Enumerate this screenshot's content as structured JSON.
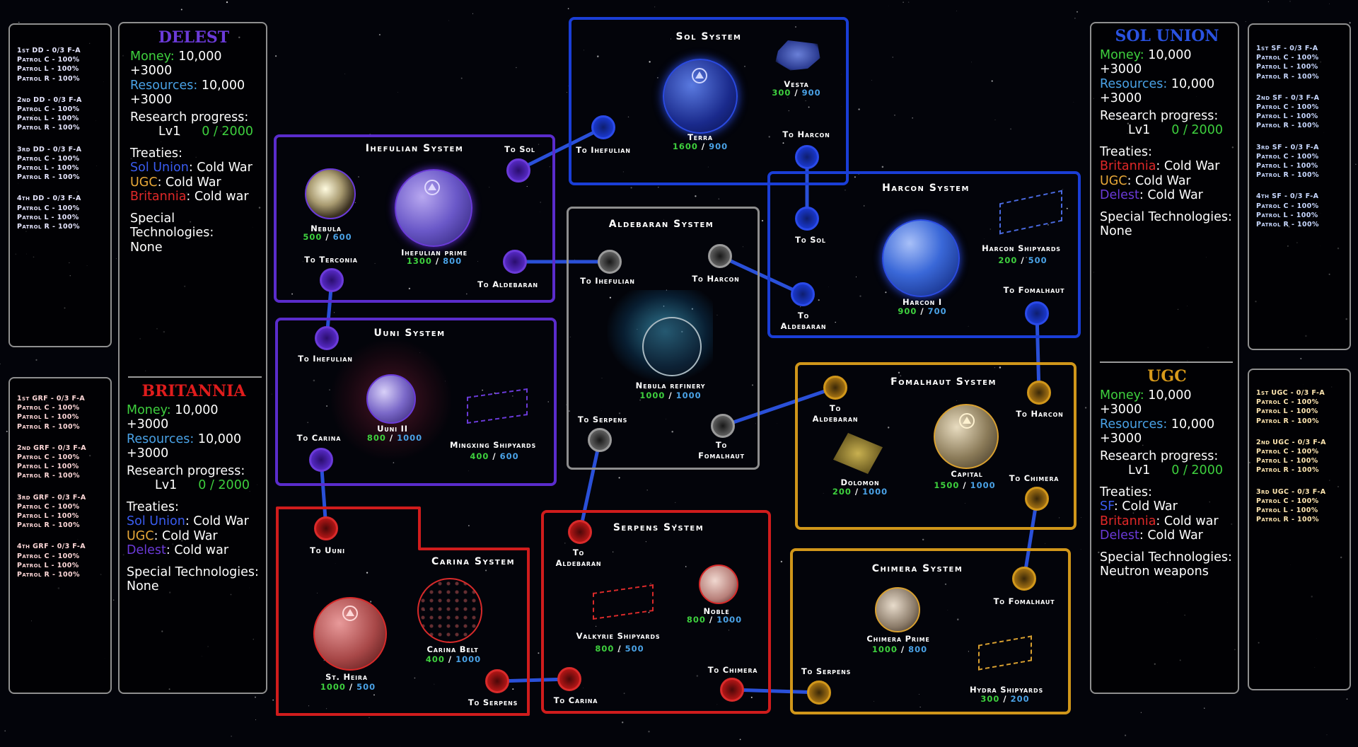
{
  "colors": {
    "sol": "#1a46d8",
    "delest": "#6630d6",
    "britannia": "#d81818",
    "ugc": "#d89a1a",
    "neutral": "#9a9a9a"
  },
  "fleets": {
    "delest": [
      {
        "name": "1st DD - 0/3 F-A",
        "lines": [
          "Patrol C - 100%",
          "Patrol L - 100%",
          "Patrol R - 100%"
        ]
      },
      {
        "name": "2nd DD - 0/3 F-A",
        "lines": [
          "Patrol C - 100%",
          "Patrol L - 100%",
          "Patrol R - 100%"
        ]
      },
      {
        "name": "3rd DD - 0/3 F-A",
        "lines": [
          "Patrol C - 100%",
          "Patrol L - 100%",
          "Patrol R - 100%"
        ]
      },
      {
        "name": "4th DD - 0/3 F-A",
        "lines": [
          "Patrol C - 100%",
          "Patrol L - 100%",
          "Patrol R - 100%"
        ]
      }
    ],
    "britannia": [
      {
        "name": "1st GRF - 0/3 F-A",
        "lines": [
          "Patrol C - 100%",
          "Patrol L - 100%",
          "Patrol R - 100%"
        ]
      },
      {
        "name": "2nd GRF - 0/3 F-A",
        "lines": [
          "Patrol C - 100%",
          "Patrol L - 100%",
          "Patrol R - 100%"
        ]
      },
      {
        "name": "3rd GRF - 0/3 F-A",
        "lines": [
          "Patrol C - 100%",
          "Patrol L - 100%",
          "Patrol R - 100%"
        ]
      },
      {
        "name": "4th GRF - 0/3 F-A",
        "lines": [
          "Patrol C - 100%",
          "Patrol L - 100%",
          "Patrol R - 100%"
        ]
      }
    ],
    "sol": [
      {
        "name": "1st SF - 0/3 F-A",
        "lines": [
          "Patrol C - 100%",
          "Patrol L - 100%",
          "Patrol R - 100%"
        ]
      },
      {
        "name": "2nd SF - 0/3 F-A",
        "lines": [
          "Patrol C - 100%",
          "Patrol L - 100%",
          "Patrol R - 100%"
        ]
      },
      {
        "name": "3rd SF - 0/3 F-A",
        "lines": [
          "Patrol C - 100%",
          "Patrol L - 100%",
          "Patrol R - 100%"
        ]
      },
      {
        "name": "4th SF - 0/3 F-A",
        "lines": [
          "Patrol C - 100%",
          "Patrol L - 100%",
          "Patrol R - 100%"
        ]
      }
    ],
    "ugc": [
      {
        "name": "1st UGC - 0/3 F-A",
        "lines": [
          "Patrol C - 100%",
          "Patrol L - 100%",
          "Patrol R - 100%"
        ]
      },
      {
        "name": "2nd UGC - 0/3 F-A",
        "lines": [
          "Patrol C - 100%",
          "Patrol L - 100%",
          "Patrol R - 100%"
        ]
      },
      {
        "name": "3rd UGC - 0/3 F-A",
        "lines": [
          "Patrol C - 100%",
          "Patrol L - 100%",
          "Patrol R - 100%"
        ]
      }
    ]
  },
  "factions": {
    "delest": {
      "name": "Delest",
      "money_label": "Money:",
      "money": "10,000",
      "money_inc": "+3000",
      "res_label": "Resources:",
      "res": "10,000",
      "res_inc": "+3000",
      "research_label": "Research progress:",
      "level": "Lv1",
      "progress": "0",
      "progress_max": "2000",
      "treaties_label": "Treaties:",
      "treaties": [
        {
          "name": "Sol Union",
          "status": ": Cold War"
        },
        {
          "name": "UGC",
          "status": ": Cold War"
        },
        {
          "name": "Britannia",
          "status": ": Cold war"
        }
      ],
      "special_label": "Special Technologies:",
      "special": "None"
    },
    "britannia": {
      "name": "Britannia",
      "money_label": "Money:",
      "money": "10,000",
      "money_inc": "+3000",
      "res_label": "Resources:",
      "res": "10,000",
      "res_inc": "+3000",
      "research_label": "Research progress:",
      "level": "Lv1",
      "progress": "0",
      "progress_max": "2000",
      "treaties_label": "Treaties:",
      "treaties": [
        {
          "name": "Sol Union",
          "status": ": Cold War"
        },
        {
          "name": "UGC",
          "status": ": Cold War"
        },
        {
          "name": "Delest",
          "status": ": Cold war"
        }
      ],
      "special_label": "Special Technologies:",
      "special": "None"
    },
    "sol": {
      "name": "Sol Union",
      "money_label": "Money:",
      "money": "10,000",
      "money_inc": "+3000",
      "res_label": "Resources:",
      "res": "10,000",
      "res_inc": "+3000",
      "research_label": "Research progress:",
      "level": "Lv1",
      "progress": "0",
      "progress_max": "2000",
      "treaties_label": "Treaties:",
      "treaties": [
        {
          "name": "Britannia",
          "status": ": Cold War"
        },
        {
          "name": "UGC",
          "status": ": Cold War"
        },
        {
          "name": "Delest",
          "status": ": Cold War"
        }
      ],
      "special_label": "Special Technologies:",
      "special": "None"
    },
    "ugc": {
      "name": "UGC",
      "money_label": "Money:",
      "money": "10,000",
      "money_inc": "+3000",
      "res_label": "Resources:",
      "res": "10,000",
      "res_inc": "+3000",
      "research_label": "Research progress:",
      "level": "Lv1",
      "progress": "0",
      "progress_max": "2000",
      "treaties_label": "Treaties:",
      "treaties": [
        {
          "name": "SF",
          "status": ":  Cold War"
        },
        {
          "name": "Britannia",
          "status": ": Cold war"
        },
        {
          "name": "Delest",
          "status": ": Cold War"
        }
      ],
      "special_label": "Special Technologies:",
      "special": "Neutron weapons"
    }
  },
  "systems": {
    "sol": {
      "title": "Sol System",
      "planets": [
        {
          "name": "Terra",
          "a": "1600",
          "b": "900"
        },
        {
          "name": "Vesta",
          "a": "300",
          "b": "900"
        }
      ],
      "links": [
        "To Ihefulian",
        "To Harcon"
      ]
    },
    "ihefulian": {
      "title": "Ihefulian System",
      "planets": [
        {
          "name": "Nebula",
          "a": "500",
          "b": "600"
        },
        {
          "name": "Ihefulian prime",
          "a": "1300",
          "b": "800"
        }
      ],
      "links": [
        "To Sol",
        "To Terconia",
        "To Aldebaran"
      ]
    },
    "aldebaran": {
      "title": "Aldebaran System",
      "planets": [
        {
          "name": "Nebula refinery",
          "a": "1000",
          "b": "1000"
        }
      ],
      "links": [
        "To Ihefulian",
        "To Harcon",
        "To Serpens",
        "To Fomalhaut"
      ]
    },
    "harcon": {
      "title": "Harcon System",
      "planets": [
        {
          "name": "Harcon I",
          "a": "900",
          "b": "700"
        },
        {
          "name": "Harcon Shipyards",
          "a": "200",
          "b": "500"
        }
      ],
      "links": [
        "To Sol",
        "To Aldebaran",
        "To Fomalhaut"
      ]
    },
    "uuni": {
      "title": "Uuni System",
      "planets": [
        {
          "name": "Uuni II",
          "a": "800",
          "b": "1000"
        },
        {
          "name": "Mingxing Shipyards",
          "a": "400",
          "b": "600"
        }
      ],
      "links": [
        "To Ihefulian",
        "To Carina"
      ]
    },
    "fomalhaut": {
      "title": "Fomalhaut System",
      "planets": [
        {
          "name": "Dolomon",
          "a": "200",
          "b": "1000"
        },
        {
          "name": "Capital",
          "a": "1500",
          "b": "1000"
        }
      ],
      "links": [
        "To Aldebaran",
        "To Harcon",
        "To Chimera"
      ]
    },
    "carina": {
      "title": "Carina System",
      "planets": [
        {
          "name": "St. Heira",
          "a": "1000",
          "b": "500"
        },
        {
          "name": "Carina Belt",
          "a": "400",
          "b": "1000"
        }
      ],
      "links": [
        "To Uuni",
        "To Serpens"
      ]
    },
    "serpens": {
      "title": "Serpens System",
      "planets": [
        {
          "name": "Noble",
          "a": "800",
          "b": "1000"
        },
        {
          "name": "Valkyrie Shipyards",
          "a": "800",
          "b": "500"
        }
      ],
      "links": [
        "To Aldebaran",
        "To Carina",
        "To Chimera"
      ]
    },
    "chimera": {
      "title": "Chimera System",
      "planets": [
        {
          "name": "Chimera Prime",
          "a": "1000",
          "b": "800"
        },
        {
          "name": "Hydra Shipyards",
          "a": "300",
          "b": "200"
        }
      ],
      "links": [
        "To Fomalhaut",
        "To Serpens"
      ]
    }
  }
}
